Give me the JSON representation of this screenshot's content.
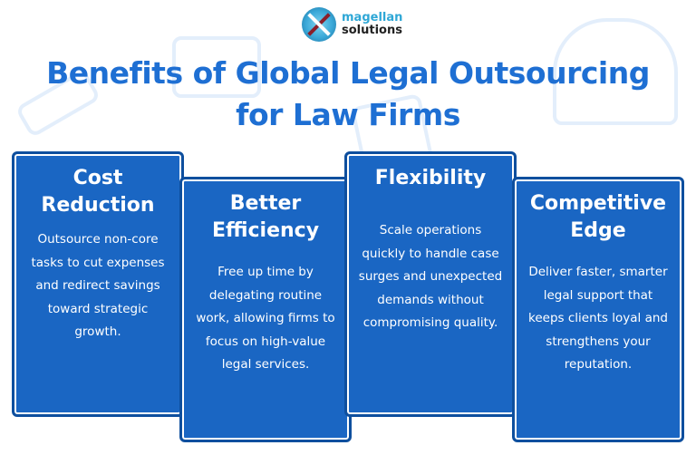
{
  "brand": {
    "line1": "magellan",
    "line2": "solutions"
  },
  "title": {
    "line1": "Benefits of Global Legal Outsourcing",
    "line2": "for Law Firms"
  },
  "cards": [
    {
      "title": "Cost Reduction",
      "text": "Outsource non-core tasks to cut expenses and redirect savings toward strategic growth."
    },
    {
      "title": "Better Efficiency",
      "text": "Free up time by delegating routine work, allowing firms to focus on high-value legal services."
    },
    {
      "title": "Flexibility",
      "text": "Scale operations quickly to handle case surges and unexpected demands without compromising quality."
    },
    {
      "title": "Competitive Edge",
      "text": "Deliver faster, smarter legal support that keeps clients loyal and strengthens your reputation."
    }
  ]
}
